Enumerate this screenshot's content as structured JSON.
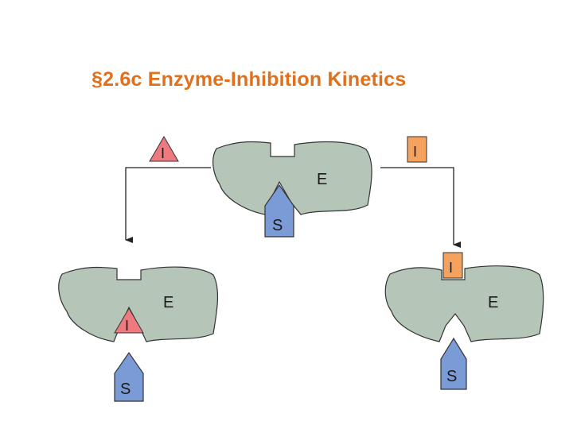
{
  "slide": {
    "title": "§2.6c Enzyme-Inhibition Kinetics"
  },
  "diagram": {
    "center": {
      "enzyme_label": "E",
      "substrate_label": "S",
      "inhibitor_left_label": "I",
      "inhibitor_right_label": "I"
    },
    "left_result": {
      "enzyme_label": "E",
      "inhibitor_label": "I",
      "substrate_label": "S"
    },
    "right_result": {
      "enzyme_label": "E",
      "inhibitor_label": "I",
      "substrate_label": "S"
    }
  },
  "colors": {
    "title": "#e0701c",
    "enzyme_fill": "#b5c6b8",
    "substrate_fill": "#7a9bd6",
    "competitive_inhibitor_fill": "#ee7a80",
    "noncompetitive_inhibitor_fill": "#f5a25e",
    "outline": "#333333"
  }
}
